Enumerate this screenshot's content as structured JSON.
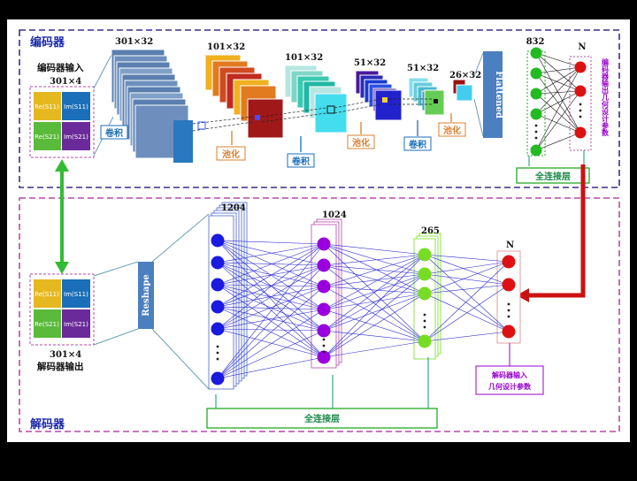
{
  "encoder": {
    "title": "编码器",
    "input_label": "编码器输入",
    "input_dims": "301×4",
    "cells": [
      "Re(S11)",
      "Im(S11)",
      "Re(S21)",
      "Im(S21)"
    ],
    "dims": [
      "301×32",
      "101×32",
      "101×32",
      "51×32",
      "51×32",
      "26×32"
    ],
    "conv_label": "卷积",
    "pool_label": "池化",
    "flatten_label": "Flattened",
    "dense_count": "832",
    "out_count": "N",
    "output_label": "编码器输出几何设计参数",
    "fc_label": "全连接层"
  },
  "decoder": {
    "title": "解码器",
    "reshape_label": "Reshape",
    "layer_counts": [
      "1204",
      "1024",
      "265",
      "N"
    ],
    "output_dims": "301×4",
    "output_label": "解码器输出",
    "input_label_line1": "解码器输入",
    "input_label_line2": "几何设计参数",
    "fc_label": "全连接层"
  },
  "colors": {
    "green_arrow": "#33bb33",
    "red_arrow": "#cc1111",
    "node_blue": "#1a1ae0",
    "node_purple": "#9900dd",
    "node_green": "#77dd22",
    "node_red": "#dd1111",
    "dense_green": "#22bb22"
  }
}
